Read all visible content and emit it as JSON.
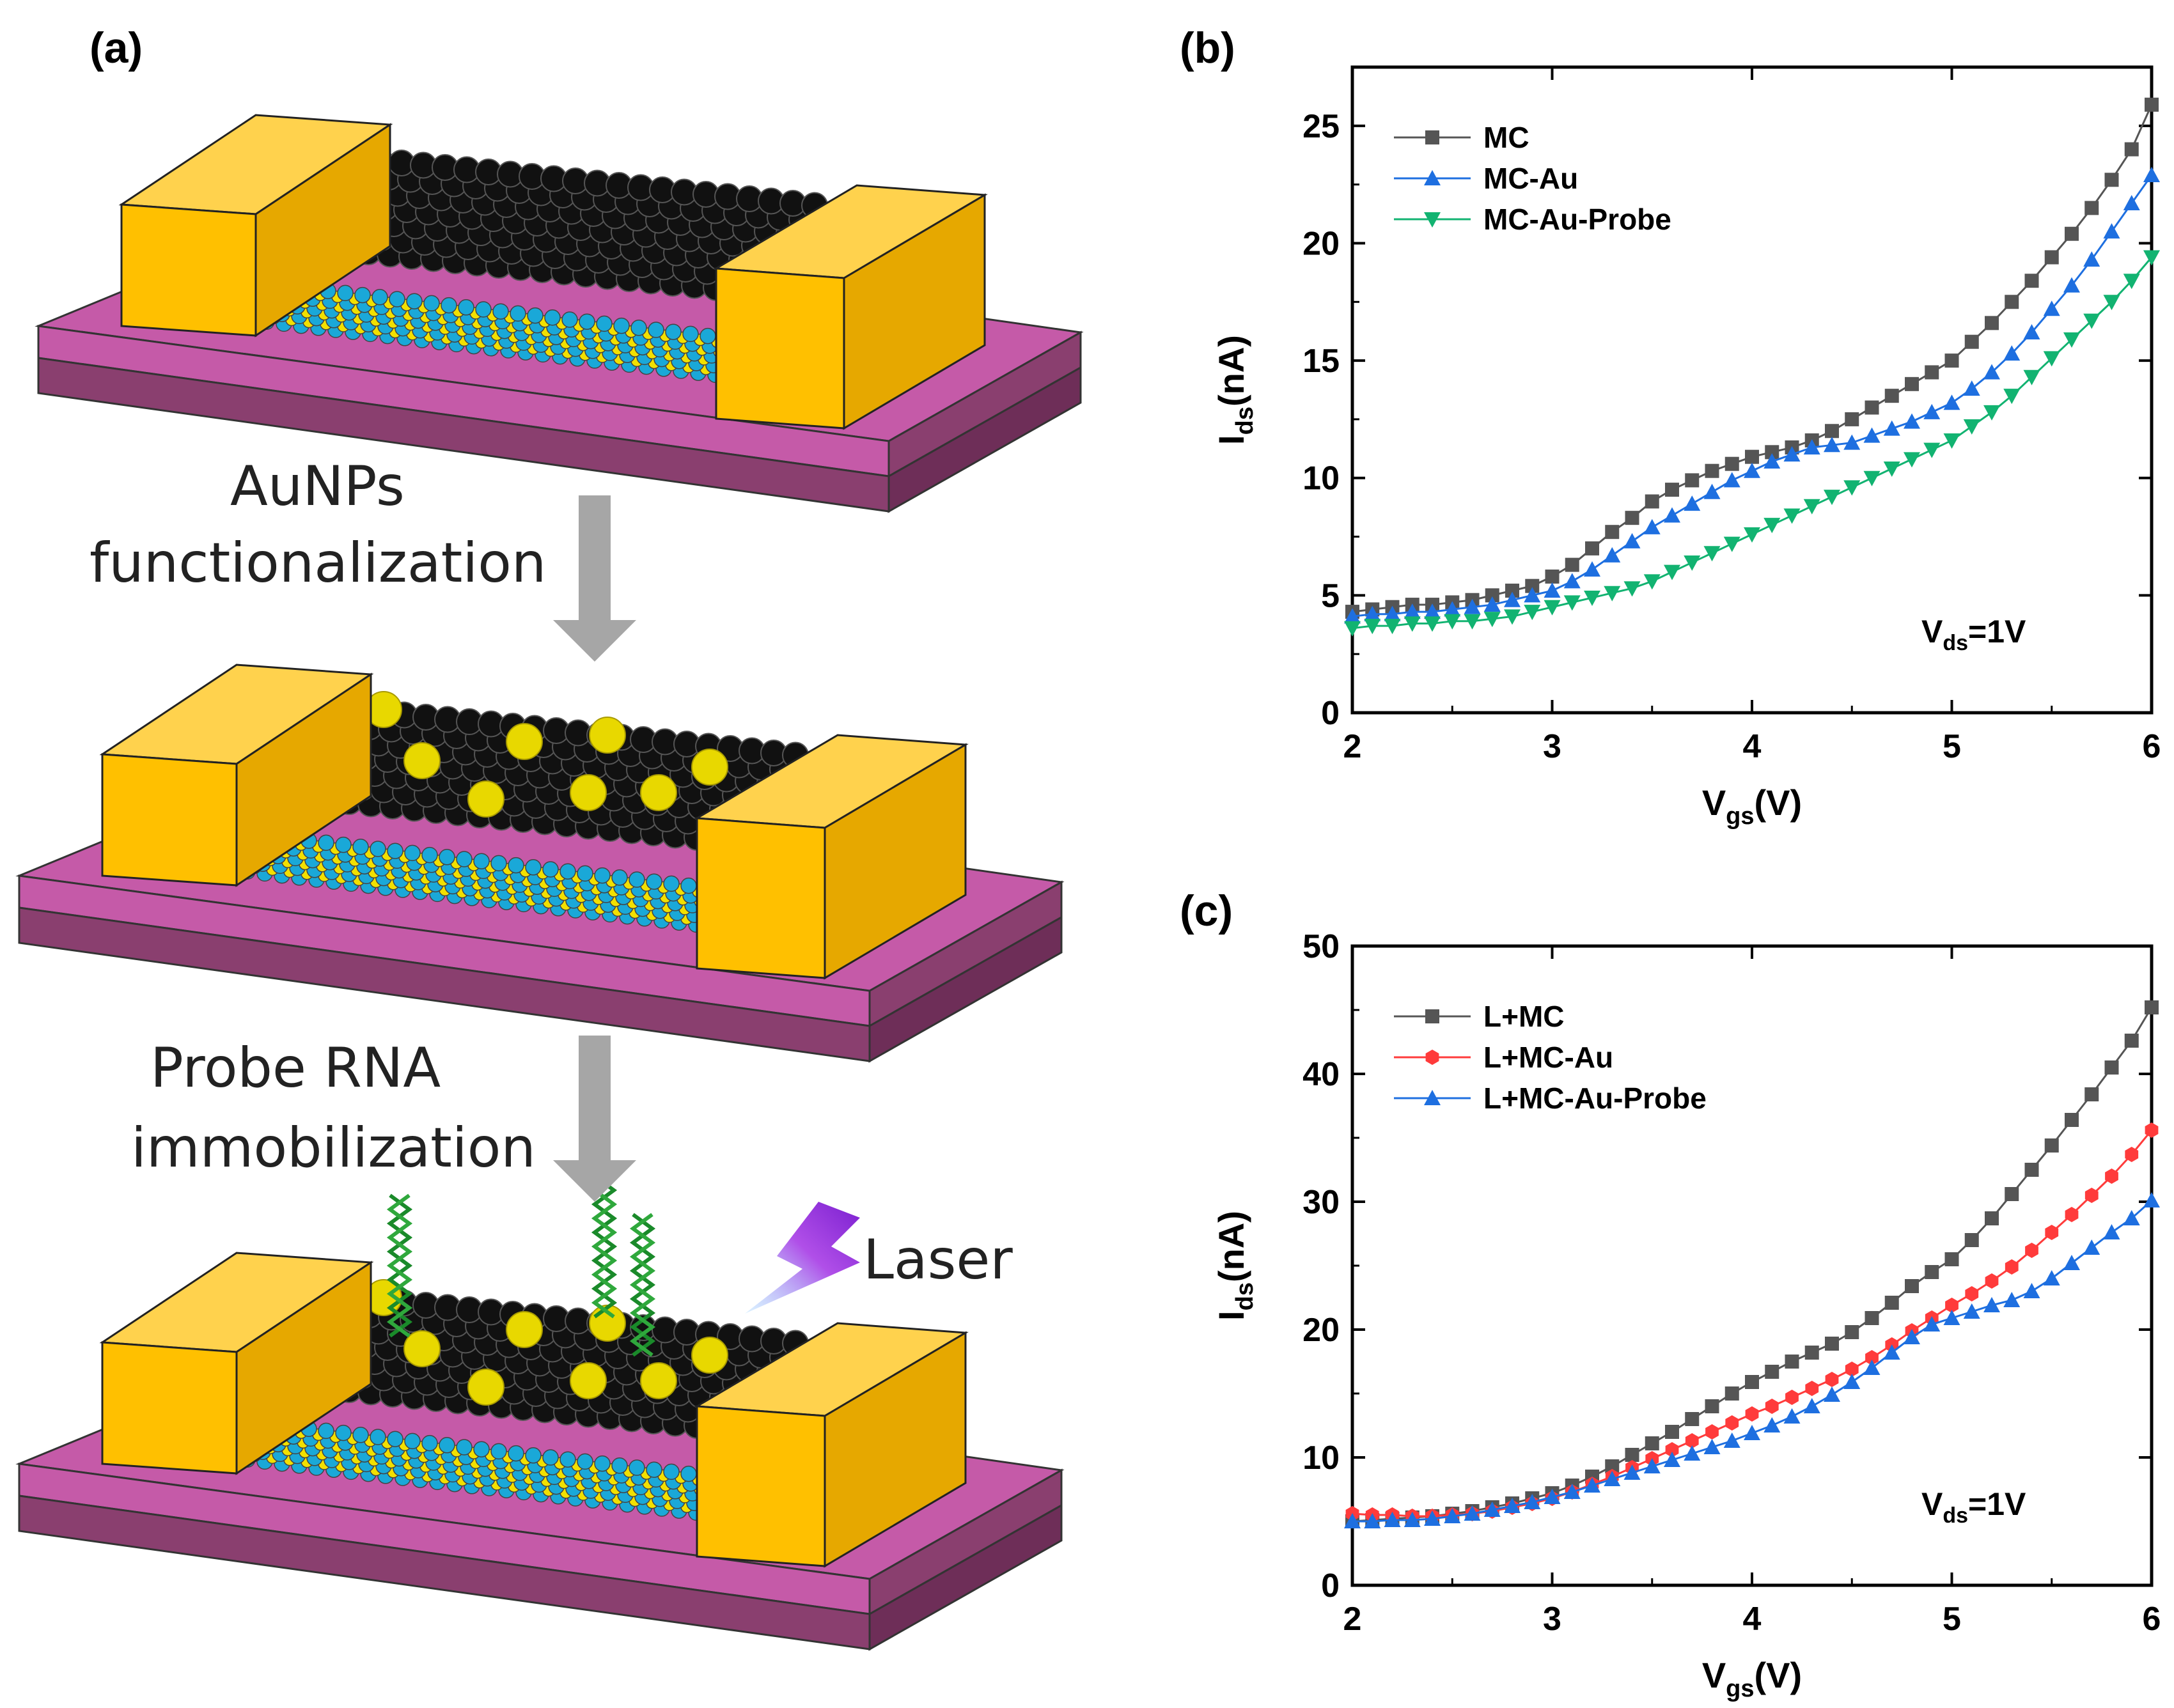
{
  "panels": {
    "a": "(a)",
    "b": "(b)",
    "c": "(c)"
  },
  "schematic": {
    "step1": [
      "AuNPs",
      "functionalization"
    ],
    "step2": [
      "Probe RNA",
      "immobilization"
    ],
    "laser": "Laser"
  },
  "colors": {
    "electrode": "#ffc000",
    "substrate": "#c55aa8",
    "substrate_dark": "#8a3f6f",
    "top_layer_atom": "#111111",
    "atom_yellow": "#f2e000",
    "atom_blue": "#1aa8d8",
    "au_np": "#e8d800",
    "arrow": "#a6a6a6",
    "laser": "#7b1fd0"
  },
  "chart_data": [
    {
      "type": "line",
      "panel": "(b)",
      "xlabel_main": "V",
      "xlabel_sub": "gs",
      "xlabel_unit": "(V)",
      "ylabel_main": "I",
      "ylabel_sub": "ds",
      "ylabel_unit": "(nA)",
      "xlim": [
        2,
        6
      ],
      "ylim": [
        0,
        27.5
      ],
      "xticks": [
        "2",
        "3",
        "4",
        "5",
        "6"
      ],
      "yticks": [
        "0",
        "5",
        "10",
        "15",
        "20",
        "25"
      ],
      "ytick_values": [
        0,
        5,
        10,
        15,
        20,
        25
      ],
      "legend_position": "top-left",
      "annotation_main": "V",
      "annotation_sub": "ds",
      "annotation_rest": "=1V",
      "x": [
        2.0,
        2.1,
        2.2,
        2.3,
        2.4,
        2.5,
        2.6,
        2.7,
        2.8,
        2.9,
        3.0,
        3.1,
        3.2,
        3.3,
        3.4,
        3.5,
        3.6,
        3.7,
        3.8,
        3.9,
        4.0,
        4.1,
        4.2,
        4.3,
        4.4,
        4.5,
        4.6,
        4.7,
        4.8,
        4.9,
        5.0,
        5.1,
        5.2,
        5.3,
        5.4,
        5.5,
        5.6,
        5.7,
        5.8,
        5.9,
        6.0
      ],
      "series": [
        {
          "name": "MC",
          "color": "#555555",
          "marker": "square",
          "values": [
            4.3,
            4.4,
            4.5,
            4.6,
            4.6,
            4.7,
            4.8,
            5.0,
            5.2,
            5.4,
            5.8,
            6.3,
            7.0,
            7.7,
            8.3,
            9.0,
            9.5,
            9.9,
            10.3,
            10.6,
            10.9,
            11.1,
            11.3,
            11.6,
            12.0,
            12.5,
            13.0,
            13.5,
            14.0,
            14.5,
            15.0,
            15.8,
            16.6,
            17.5,
            18.4,
            19.4,
            20.4,
            21.5,
            22.7,
            24.0,
            25.9
          ]
        },
        {
          "name": "MC-Au",
          "color": "#1e6fe0",
          "marker": "triangle-up",
          "values": [
            4.1,
            4.2,
            4.2,
            4.3,
            4.3,
            4.4,
            4.5,
            4.6,
            4.8,
            5.0,
            5.2,
            5.6,
            6.1,
            6.7,
            7.3,
            7.9,
            8.4,
            8.9,
            9.4,
            9.9,
            10.3,
            10.7,
            11.0,
            11.3,
            11.4,
            11.5,
            11.8,
            12.1,
            12.4,
            12.8,
            13.2,
            13.8,
            14.5,
            15.3,
            16.2,
            17.2,
            18.2,
            19.3,
            20.5,
            21.7,
            22.9
          ]
        },
        {
          "name": "MC-Au-Probe",
          "color": "#12b371",
          "marker": "triangle-down",
          "values": [
            3.6,
            3.7,
            3.7,
            3.8,
            3.8,
            3.9,
            3.9,
            4.0,
            4.1,
            4.3,
            4.5,
            4.7,
            4.9,
            5.1,
            5.3,
            5.6,
            6.0,
            6.4,
            6.8,
            7.2,
            7.6,
            8.0,
            8.4,
            8.8,
            9.2,
            9.6,
            10.0,
            10.4,
            10.8,
            11.2,
            11.6,
            12.2,
            12.8,
            13.5,
            14.3,
            15.1,
            15.9,
            16.7,
            17.5,
            18.4,
            19.4
          ]
        }
      ]
    },
    {
      "type": "line",
      "panel": "(c)",
      "xlabel_main": "V",
      "xlabel_sub": "gs",
      "xlabel_unit": "(V)",
      "ylabel_main": "I",
      "ylabel_sub": "ds",
      "ylabel_unit": "(nA)",
      "xlim": [
        2,
        6
      ],
      "ylim": [
        0,
        50
      ],
      "xticks": [
        "2",
        "3",
        "4",
        "5",
        "6"
      ],
      "yticks": [
        "0",
        "10",
        "20",
        "30",
        "40",
        "50"
      ],
      "ytick_values": [
        0,
        10,
        20,
        30,
        40,
        50
      ],
      "legend_position": "top-left",
      "annotation_main": "V",
      "annotation_sub": "ds",
      "annotation_rest": "=1V",
      "x": [
        2.0,
        2.1,
        2.2,
        2.3,
        2.4,
        2.5,
        2.6,
        2.7,
        2.8,
        2.9,
        3.0,
        3.1,
        3.2,
        3.3,
        3.4,
        3.5,
        3.6,
        3.7,
        3.8,
        3.9,
        4.0,
        4.1,
        4.2,
        4.3,
        4.4,
        4.5,
        4.6,
        4.7,
        4.8,
        4.9,
        5.0,
        5.1,
        5.2,
        5.3,
        5.4,
        5.5,
        5.6,
        5.7,
        5.8,
        5.9,
        6.0
      ],
      "series": [
        {
          "name": "L+MC",
          "color": "#555555",
          "marker": "square",
          "values": [
            5.0,
            5.1,
            5.2,
            5.3,
            5.4,
            5.6,
            5.8,
            6.1,
            6.4,
            6.8,
            7.2,
            7.8,
            8.5,
            9.3,
            10.2,
            11.1,
            12.0,
            13.0,
            14.0,
            15.0,
            15.9,
            16.7,
            17.5,
            18.2,
            18.9,
            19.8,
            20.9,
            22.1,
            23.4,
            24.5,
            25.5,
            27.0,
            28.7,
            30.6,
            32.5,
            34.4,
            36.4,
            38.4,
            40.5,
            42.6,
            45.2
          ]
        },
        {
          "name": "L+MC-Au",
          "color": "#ff3b3b",
          "marker": "hexagon",
          "values": [
            5.6,
            5.5,
            5.5,
            5.4,
            5.4,
            5.5,
            5.6,
            5.8,
            6.1,
            6.4,
            6.8,
            7.3,
            7.9,
            8.5,
            9.2,
            9.9,
            10.6,
            11.3,
            12.0,
            12.7,
            13.4,
            14.0,
            14.7,
            15.4,
            16.1,
            16.9,
            17.8,
            18.8,
            19.9,
            20.9,
            21.9,
            22.8,
            23.8,
            24.9,
            26.2,
            27.6,
            29.0,
            30.5,
            32.0,
            33.7,
            35.6
          ]
        },
        {
          "name": "L+MC-Au-Probe",
          "color": "#1e6fe0",
          "marker": "triangle-up",
          "values": [
            5.0,
            5.0,
            5.1,
            5.1,
            5.2,
            5.4,
            5.6,
            5.9,
            6.2,
            6.5,
            6.9,
            7.3,
            7.8,
            8.3,
            8.8,
            9.3,
            9.8,
            10.3,
            10.8,
            11.3,
            11.9,
            12.5,
            13.2,
            14.0,
            14.9,
            15.9,
            17.0,
            18.2,
            19.4,
            20.4,
            20.9,
            21.4,
            21.9,
            22.3,
            23.0,
            24.0,
            25.2,
            26.4,
            27.6,
            28.7,
            30.1
          ]
        }
      ]
    }
  ]
}
